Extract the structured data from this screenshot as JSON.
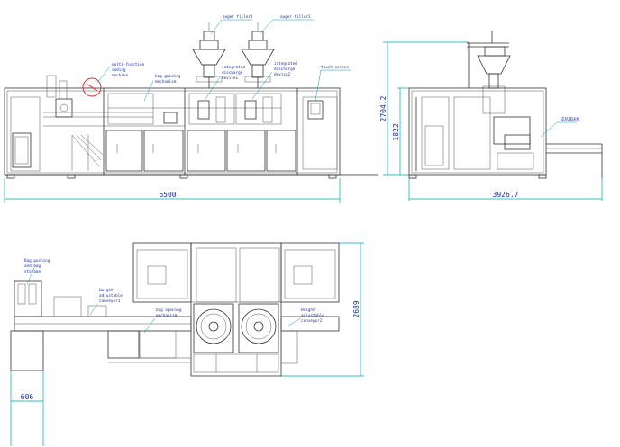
{
  "labels": {
    "auger_filler_1": "auger filler1",
    "auger_filler_2": "auger filler2",
    "multi_function_coding_machine": [
      "multi-function",
      "coding",
      "machine"
    ],
    "bag_guiding_mechanism": [
      "bag guiding",
      "mechanism"
    ],
    "integrated_discharge_device_1": [
      "integrated",
      "discharge",
      "device1"
    ],
    "integrated_discharge_device_2": [
      "integrated",
      "discharge",
      "device2"
    ],
    "touch_screen": "touch screen",
    "side_view_callout": "成品输送机",
    "bag_pushing_and_bag_storage": [
      "Bag pushing",
      "and bag",
      "storage"
    ],
    "height_adjustable_conveyor_1": [
      "Height",
      "adjustable",
      "conveyor1"
    ],
    "bag_opening_mechanism": [
      "bag opening",
      "mechanism"
    ],
    "height_adjustable_conveyor_2": [
      "Height",
      "adjustable",
      "conveyor2"
    ]
  },
  "dimensions": {
    "front_length": "6500",
    "front_height_total": "2704.2",
    "front_height_body": "1822",
    "side_width": "3926.7",
    "top_depth": "2689",
    "top_storage_width": "606"
  }
}
